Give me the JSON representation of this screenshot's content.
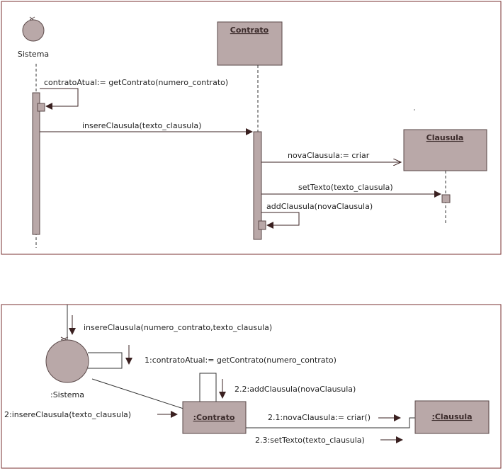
{
  "sequence": {
    "actor_name": "Sistema",
    "class_contrato": "Contrato",
    "class_clausula": "Clausula",
    "msg_get_contrato": "contratoAtual:= getContrato(numero_contrato)",
    "msg_insere": "insereClausula(texto_clausula)",
    "msg_nova": "novaClausula:= criar",
    "msg_set_texto": "setTexto(texto_clausula)",
    "msg_add": "addClausula(novaClausula)"
  },
  "collaboration": {
    "actor_name": ":Sistema",
    "obj_contrato": ":Contrato",
    "obj_clausula": ":Clausula",
    "msg_in": "insereClausula(numero_contrato,texto_clausula)",
    "msg_1": "1:contratoAtual:= getContrato(numero_contrato)",
    "msg_2": "2:insereClausula(texto_clausula)",
    "msg_2_2": "2.2:addClausula(novaClausula)",
    "msg_2_1": "2.1:novaClausula:= criar()",
    "msg_2_3": "2.3:setTexto(texto_clausula)"
  },
  "colors": {
    "box_fill": "#b9a8a8",
    "box_stroke": "#5a4848",
    "arrow": "#3a2020",
    "frame": "#7a3030"
  }
}
